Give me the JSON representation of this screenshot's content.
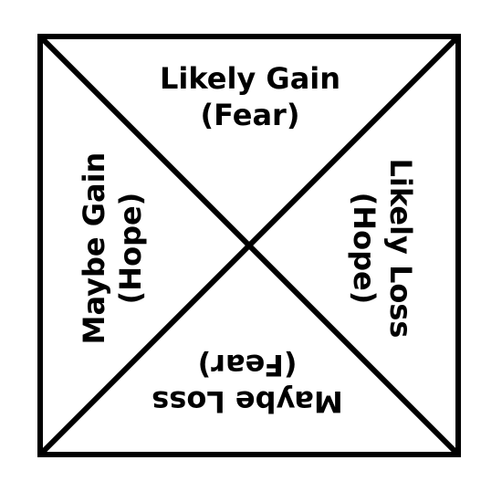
{
  "quadrants": {
    "top": {
      "line1": "Likely Gain",
      "line2": "(Fear)"
    },
    "right": {
      "line1": "Likely Loss",
      "line2": "(Hope)"
    },
    "bottom": {
      "line1": "Maybe Loss",
      "line2": "(Fear)"
    },
    "left": {
      "line1": "Maybe Gain",
      "line2": "(Hope)"
    }
  },
  "colors": {
    "stroke": "#000000",
    "background": "#ffffff"
  }
}
